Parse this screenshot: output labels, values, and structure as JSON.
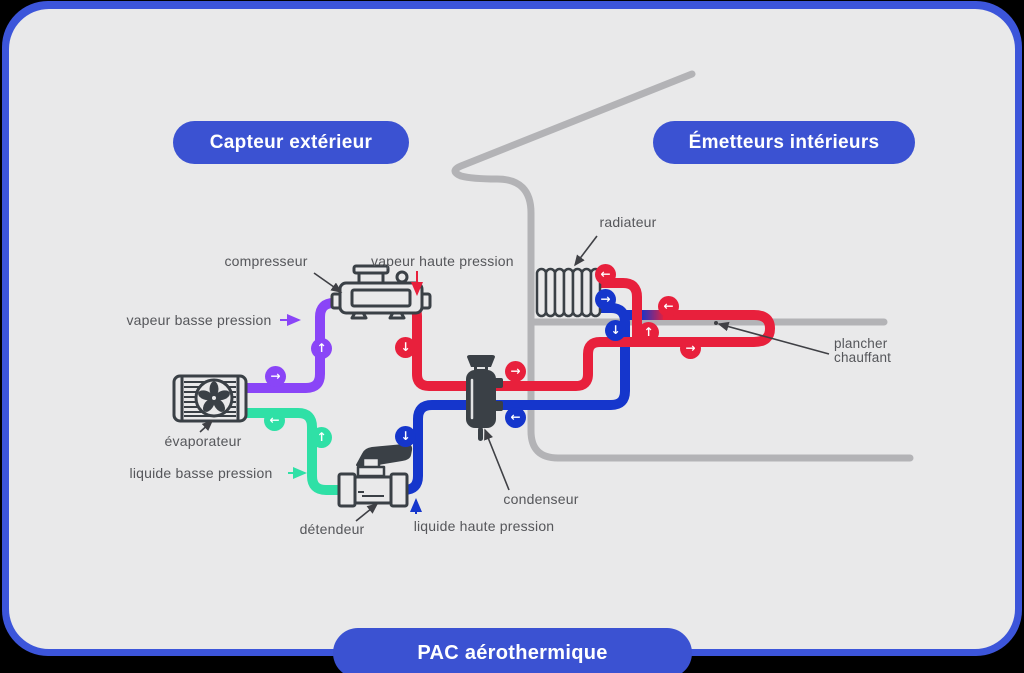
{
  "diagram": {
    "zone_pills": {
      "outside": "Capteur extérieur",
      "inside": "Émetteurs intérieurs",
      "footer": "PAC aérothermique"
    },
    "components": {
      "compresseur": "compresseur",
      "evaporateur": "évaporateur",
      "detendeur": "détendeur",
      "condenseur": "condenseur",
      "radiateur": "radiateur",
      "plancher": "plancher chauffant"
    },
    "flows": {
      "vapeur_haute": {
        "label": "vapeur haute pression",
        "color": "#e8203c"
      },
      "vapeur_basse": {
        "label": "vapeur basse pression",
        "color": "#8a45f7"
      },
      "liquide_basse": {
        "label": "liquide basse pression",
        "color": "#2fe0a6"
      },
      "liquide_haute": {
        "label": "liquide haute pression",
        "color": "#1536cc"
      }
    },
    "badges": [
      {
        "name": "flow-evaporator-to-compressor-right",
        "glyph": "→",
        "color": "purple"
      },
      {
        "name": "flow-vapor-low-up",
        "glyph": "↑",
        "color": "purple"
      },
      {
        "name": "flow-vapor-high-down",
        "glyph": "↓",
        "color": "red"
      },
      {
        "name": "flow-into-condenser-right",
        "glyph": "→",
        "color": "red"
      },
      {
        "name": "flow-out-condenser-left",
        "glyph": "←",
        "color": "blue"
      },
      {
        "name": "flow-liquid-low-left",
        "glyph": "←",
        "color": "green"
      },
      {
        "name": "flow-liquid-low-up",
        "glyph": "↑",
        "color": "green"
      },
      {
        "name": "flow-liquid-high-down",
        "glyph": "↓",
        "color": "blue"
      },
      {
        "name": "flow-into-radiator-left",
        "glyph": "←",
        "color": "red"
      },
      {
        "name": "flow-out-radiator-right",
        "glyph": "→",
        "color": "blue"
      },
      {
        "name": "flow-floor-return-left",
        "glyph": "←",
        "color": "red"
      },
      {
        "name": "flow-return-down",
        "glyph": "↓",
        "color": "blue"
      },
      {
        "name": "flow-radiator-supply-up",
        "glyph": "↑",
        "color": "red"
      },
      {
        "name": "flow-floor-supply-right",
        "glyph": "→",
        "color": "red"
      }
    ],
    "colors": {
      "frame_blue": "#3c55da",
      "pill_blue": "#3b52d2",
      "panel_bg": "#e9e9ea",
      "pipe_red": "#e8203c",
      "pipe_blue": "#1536cc",
      "pipe_purple": "#8a45f7",
      "pipe_green": "#2fe0a6",
      "outline_dark": "#3a4046",
      "house_gray": "#b3b3b6",
      "label_text": "#55565a"
    }
  }
}
